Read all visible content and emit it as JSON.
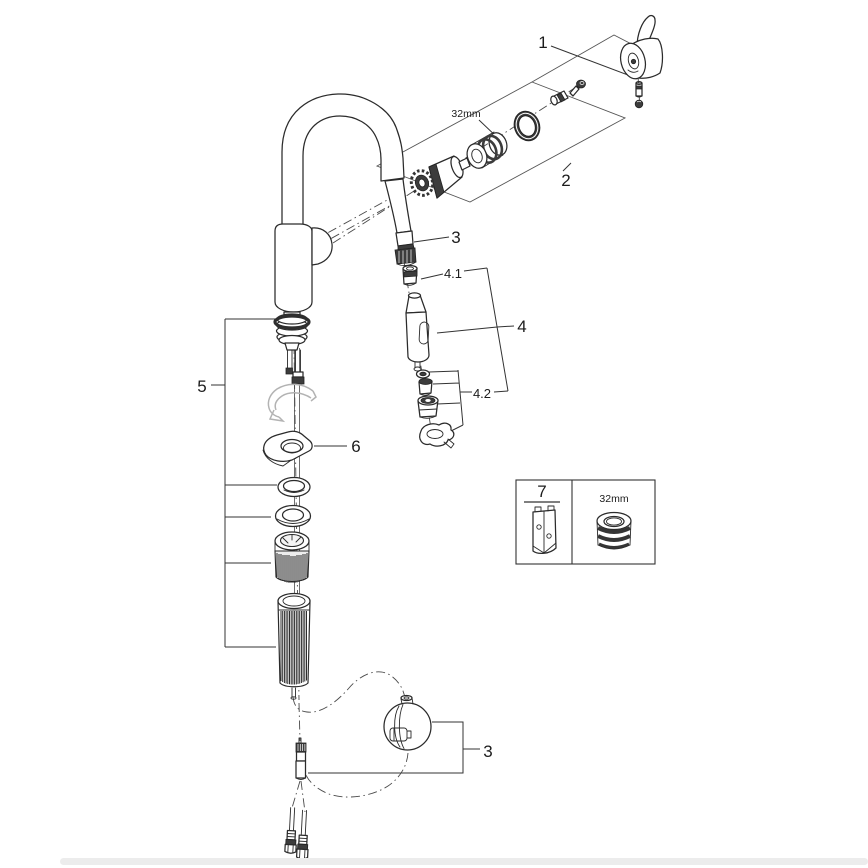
{
  "diagram": {
    "type": "exploded-parts-diagram",
    "subject": "Kitchen faucet with pull-out spray, exploded service parts view",
    "colors": {
      "background": "#ffffff",
      "line": "#2b2b2b",
      "construction_line": "#555555",
      "axis_line": "#4a4a4a",
      "label_text": "#1c1c1c",
      "dark_fill": "#3c3c3c",
      "gray_arrow": "#b3b3b3",
      "scrollbar": "#ececec"
    },
    "labels": {
      "part_1": "1",
      "part_2": "2",
      "part_3_hose": "3",
      "part_4_spray_head": "4",
      "part_4_1": "4.1",
      "part_4_2": "4.2",
      "part_5_mounting": "5",
      "part_6_wrench": "6",
      "part_7_tool": "7",
      "part_3_weight": "3",
      "dim_cartridge_cap": "32mm",
      "dim_service_cap": "32mm"
    }
  }
}
